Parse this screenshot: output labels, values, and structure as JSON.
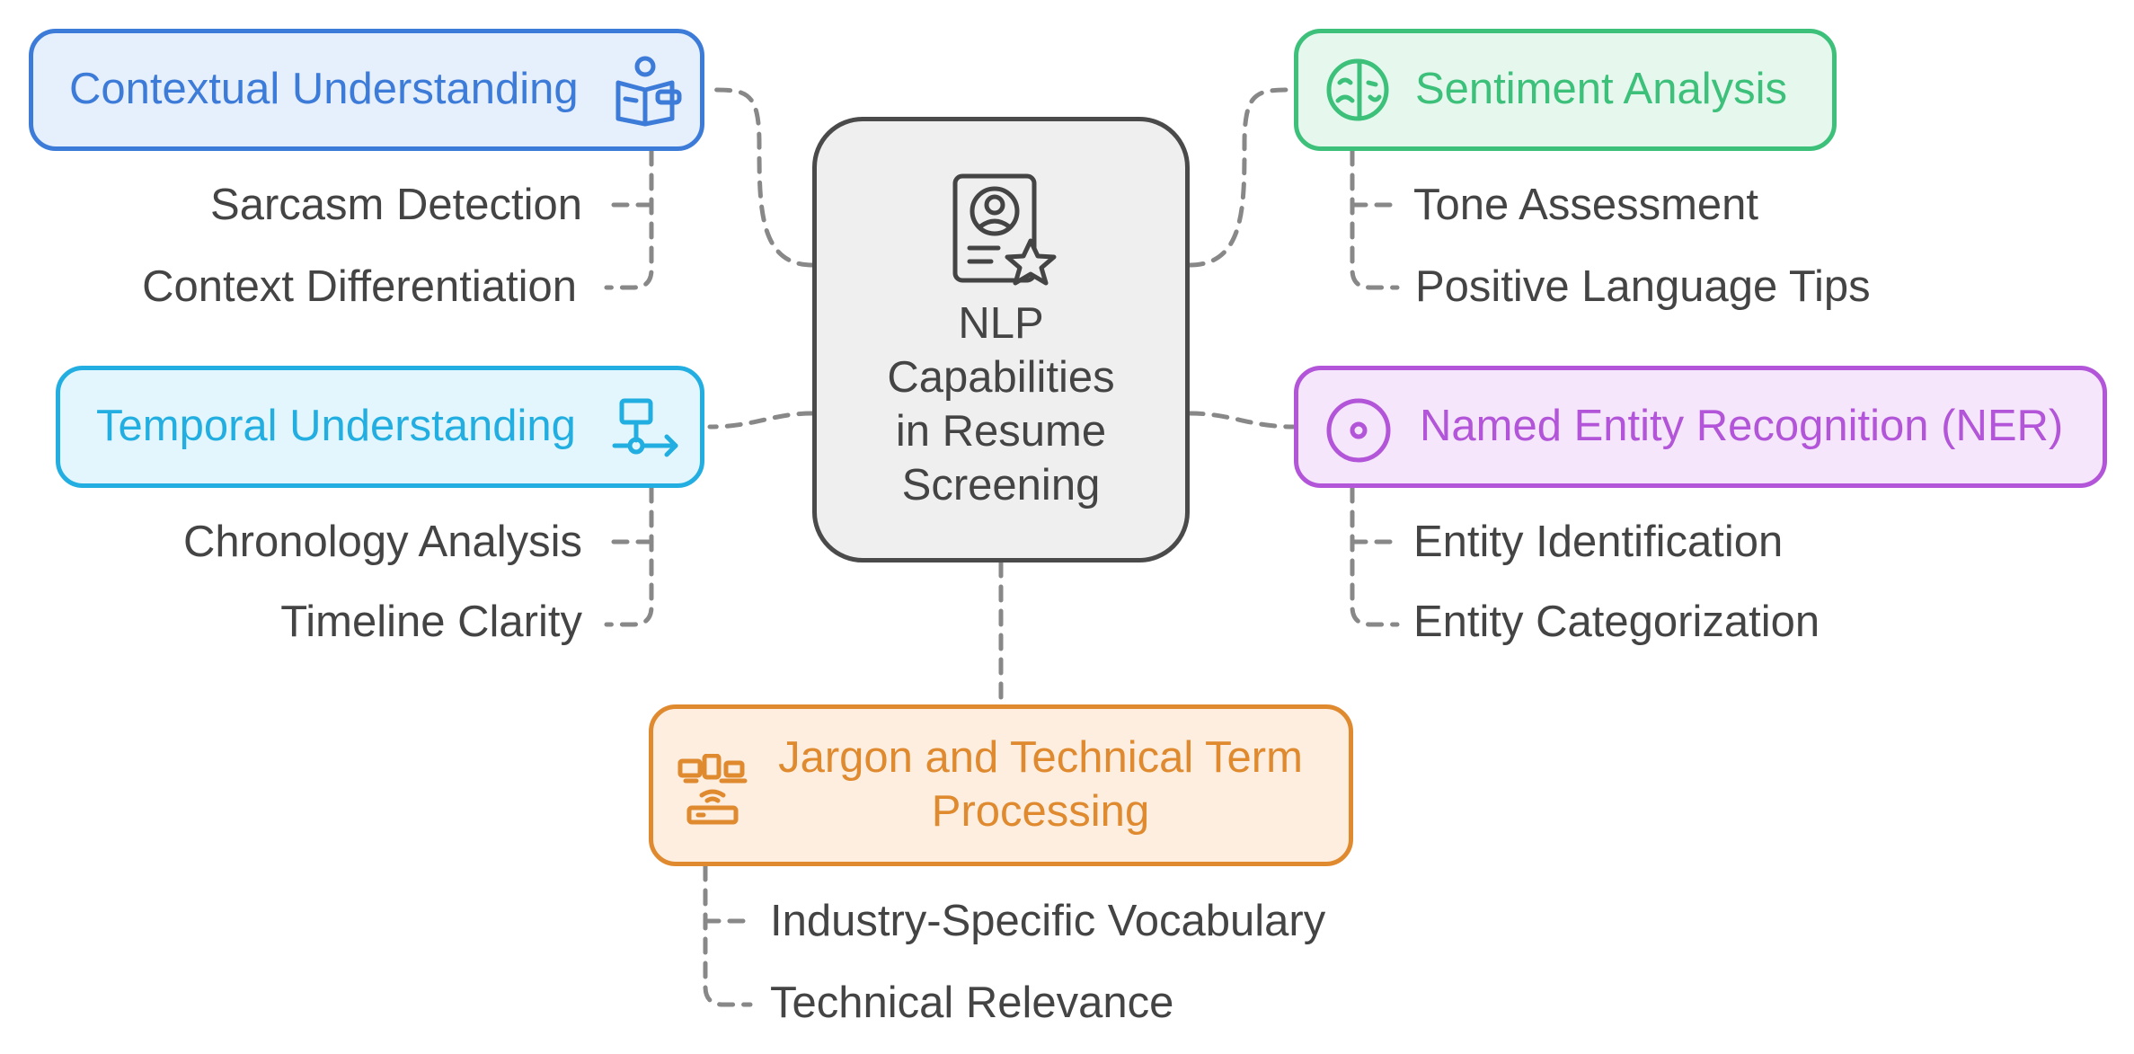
{
  "center": {
    "title": "NLP\nCapabilities\nin Resume\nScreening",
    "icon": "resume-star-icon"
  },
  "branches": {
    "contextual": {
      "label": "Contextual Understanding",
      "icon": "person-reading-icon",
      "color": "#3d7bd9",
      "fill": "#e6effc",
      "items": [
        "Sarcasm Detection",
        "Context Differentiation"
      ]
    },
    "temporal": {
      "label": "Temporal Understanding",
      "icon": "flowchart-icon",
      "color": "#22aee0",
      "fill": "#e3f6fd",
      "items": [
        "Chronology Analysis",
        "Timeline Clarity"
      ]
    },
    "sentiment": {
      "label": "Sentiment Analysis",
      "icon": "theater-masks-icon",
      "color": "#3cc07a",
      "fill": "#e6f8ee",
      "items": [
        "Tone Assessment",
        "Positive Language Tips"
      ]
    },
    "ner": {
      "label": "Named Entity Recognition (NER)",
      "icon": "target-circle-icon",
      "color": "#b255d8",
      "fill": "#f5e6fb",
      "items": [
        "Entity Identification",
        "Entity Categorization"
      ]
    },
    "jargon": {
      "label": "Jargon and Technical Term Processing",
      "icon": "network-devices-icon",
      "color": "#e08a30",
      "fill": "#fdeee0",
      "items": [
        "Industry-Specific Vocabulary",
        "Technical Relevance"
      ]
    }
  }
}
